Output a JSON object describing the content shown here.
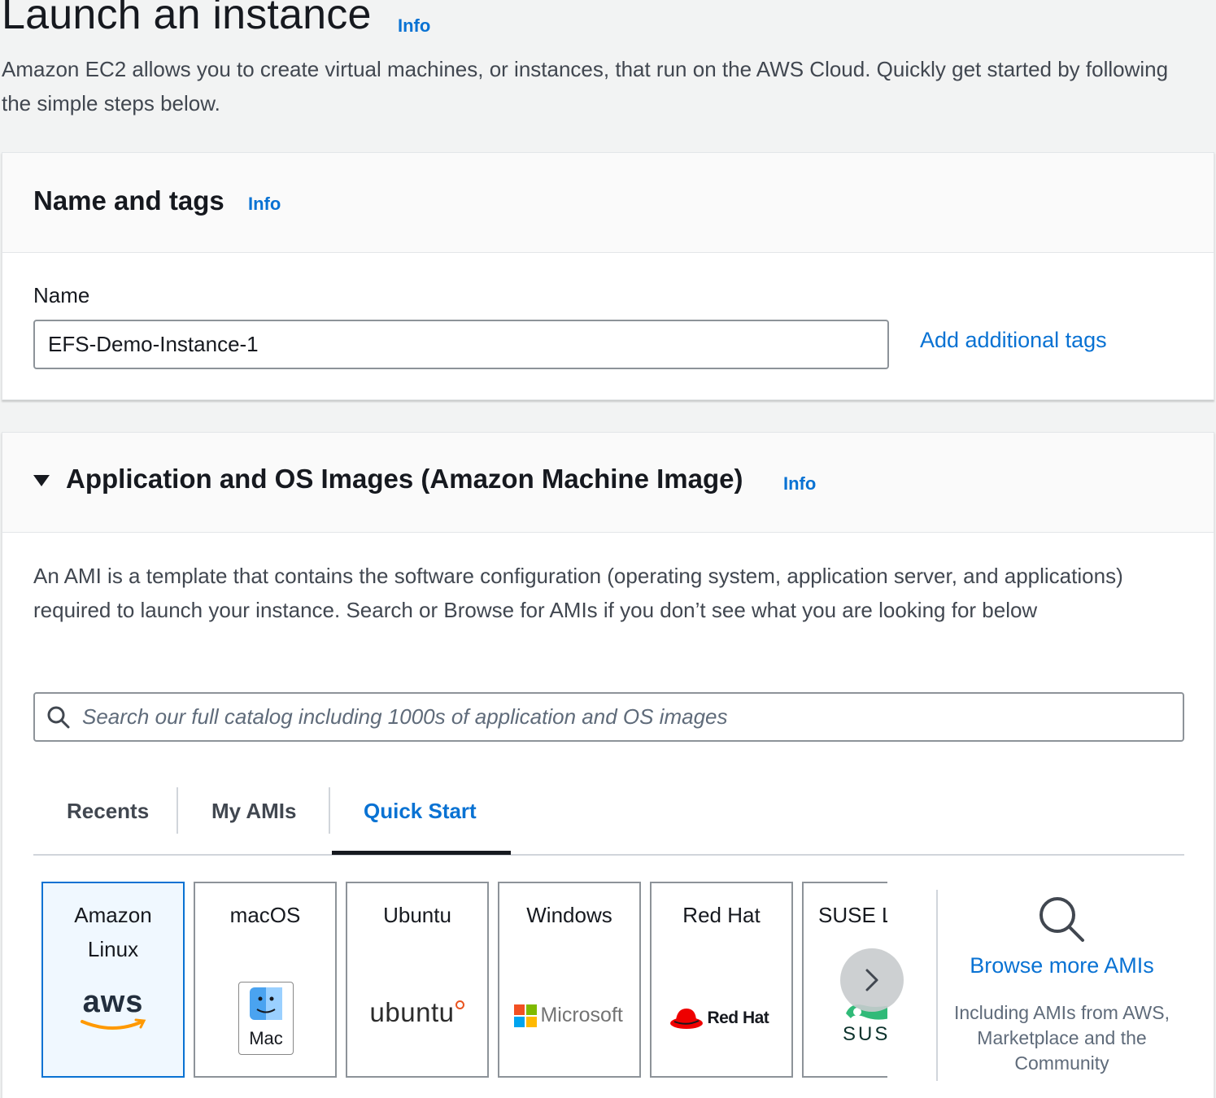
{
  "page": {
    "title": "Launch an instance",
    "info": "Info",
    "description": "Amazon EC2 allows you to create virtual machines, or instances, that run on the AWS Cloud. Quickly get started by following the simple steps below."
  },
  "name_tags": {
    "title": "Name and tags",
    "info": "Info",
    "field_label": "Name",
    "name_value": "EFS-Demo-Instance-1",
    "add_tags": "Add additional tags"
  },
  "ami": {
    "title": "Application and OS Images (Amazon Machine Image)",
    "info": "Info",
    "description": "An AMI is a template that contains the software configuration (operating system, application server, and applications) required to launch your instance. Search or Browse for AMIs if you don’t see what you are looking for below",
    "search_placeholder": "Search our full catalog including 1000s of application and OS images",
    "tabs": [
      "Recents",
      "My AMIs",
      "Quick Start"
    ],
    "active_tab": "Quick Start",
    "tiles": [
      {
        "name": "Amazon Linux",
        "logo_text": "aws",
        "selected": true
      },
      {
        "name": "macOS",
        "logo_text": "Mac",
        "selected": false
      },
      {
        "name": "Ubuntu",
        "logo_text": "ubuntu",
        "selected": false
      },
      {
        "name": "Windows",
        "logo_text": "Microsoft",
        "selected": false
      },
      {
        "name": "Red Hat",
        "logo_text": "Red Hat",
        "selected": false
      },
      {
        "name": "SUSE Li",
        "logo_text": "SUS",
        "selected": false
      }
    ],
    "browse": {
      "link": "Browse more AMIs",
      "subtext": "Including AMIs from AWS, Marketplace and the Community"
    }
  },
  "colors": {
    "accent": "#0972d3",
    "background": "#f2f3f3",
    "selected_tile_bg": "#f0f8ff",
    "aws_orange": "#ff9900",
    "redhat_red": "#ee0000",
    "ubuntu_orange": "#e95420"
  }
}
